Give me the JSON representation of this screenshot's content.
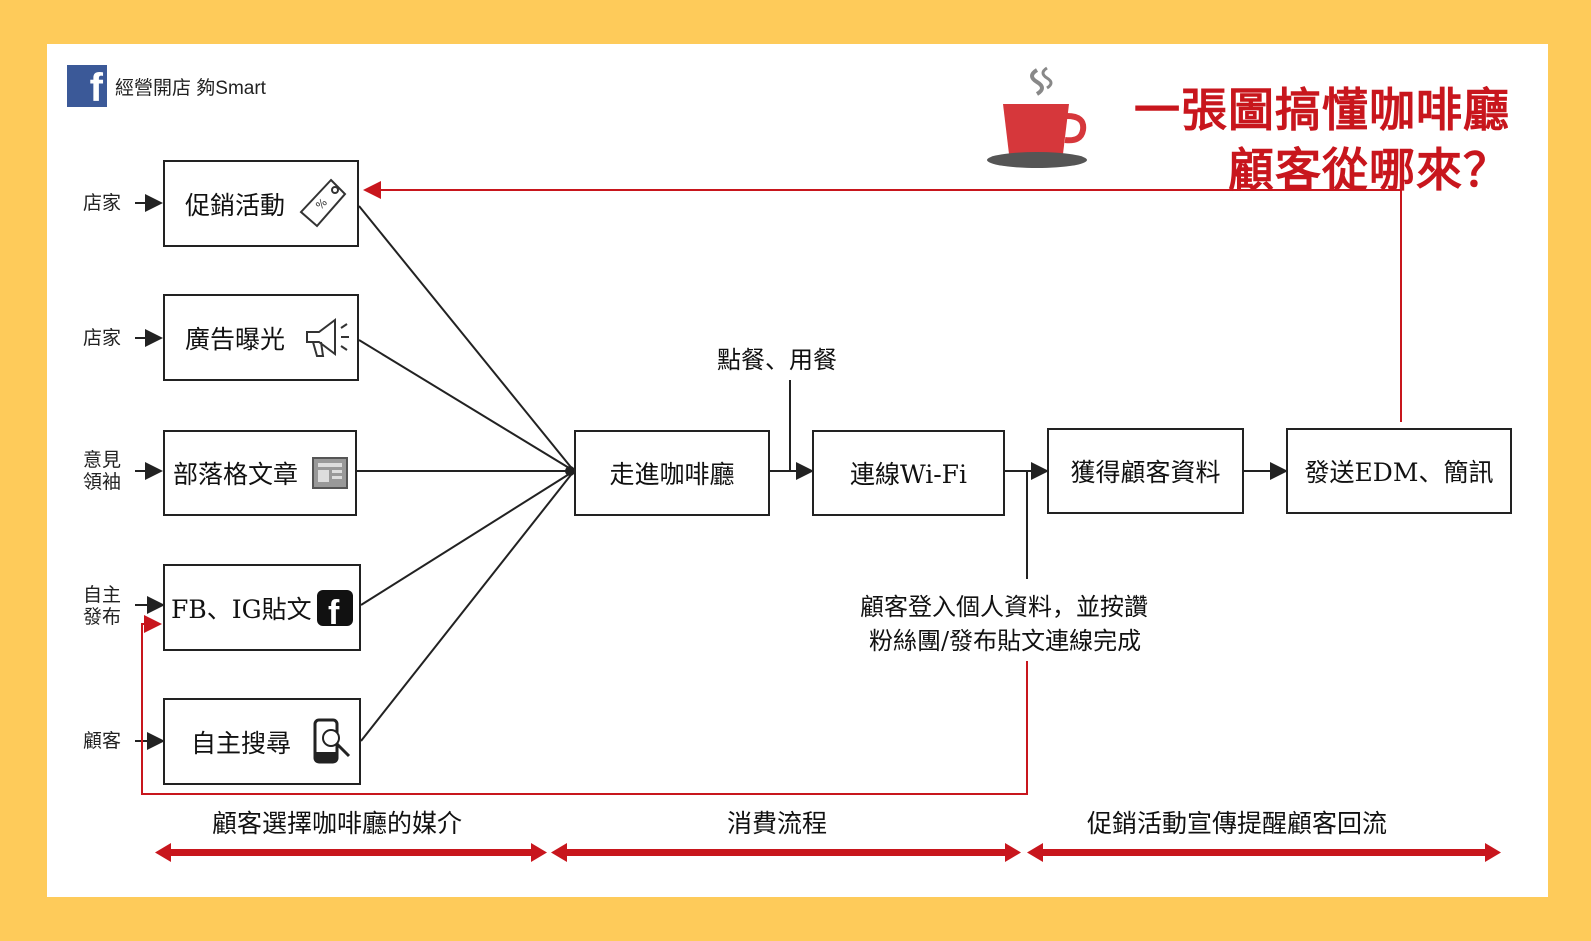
{
  "brand": {
    "icon": "facebook-icon",
    "name": "經營開店 夠Smart"
  },
  "title": {
    "line1": "一張圖搞懂咖啡廳",
    "line2": "顧客從哪來？",
    "icon": "coffee-cup-icon"
  },
  "colors": {
    "background": "#FECB5A",
    "accent": "#C8161D",
    "line": "#222222",
    "card": "#FFFFFF"
  },
  "sources": [
    {
      "who": "店家",
      "label": "促銷活動",
      "icon": "tag-icon"
    },
    {
      "who": "店家",
      "label": "廣告曝光",
      "icon": "megaphone-icon"
    },
    {
      "who": "意見\n領袖",
      "label": "部落格文章",
      "icon": "news-icon"
    },
    {
      "who": "自主\n發布",
      "label": "FB、IG貼文",
      "icon": "facebook-icon"
    },
    {
      "who": "顧客",
      "label": "自主搜尋",
      "icon": "phone-search-icon"
    }
  ],
  "flow": {
    "enter": "走進咖啡廳",
    "order_note": "點餐、用餐",
    "wifi": "連線Wi-Fi",
    "data": "獲得顧客資料",
    "send": "發送EDM、簡訊",
    "login_note_line1": "顧客登入個人資料，並按讚",
    "login_note_line2": "粉絲團/發布貼文連線完成"
  },
  "phases": [
    "顧客選擇咖啡廳的媒介",
    "消費流程",
    "促銷活動宣傳提醒顧客回流"
  ]
}
